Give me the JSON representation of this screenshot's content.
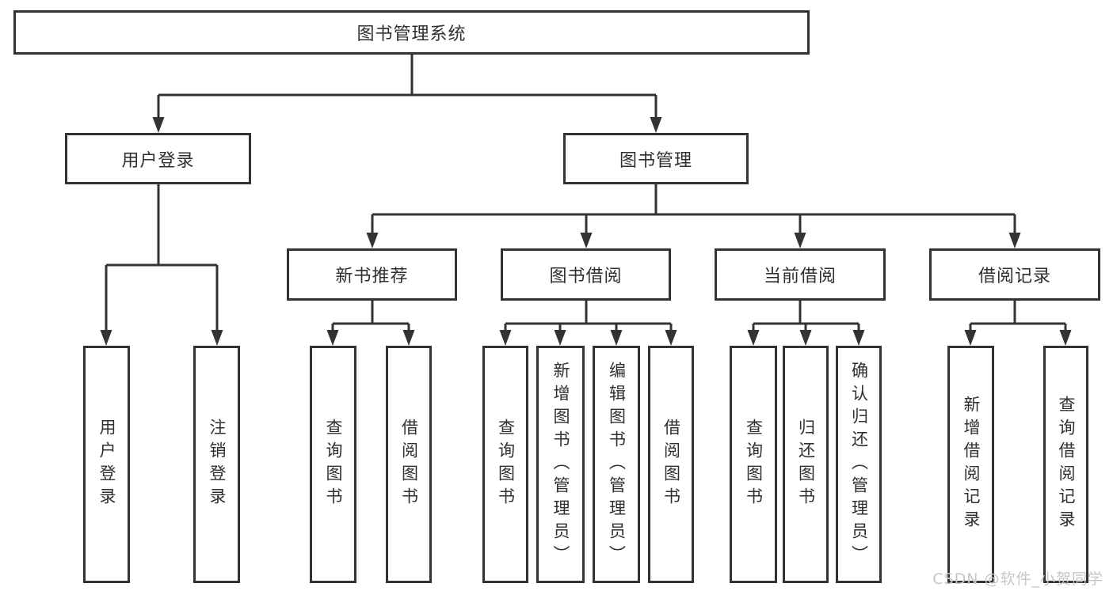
{
  "diagram": {
    "type": "hierarchy-tree",
    "root": {
      "label": "图书管理系统",
      "children": [
        {
          "label": "用户登录",
          "children": [
            {
              "label": "用户登录"
            },
            {
              "label": "注销登录"
            }
          ]
        },
        {
          "label": "图书管理",
          "children": [
            {
              "label": "新书推荐",
              "children": [
                {
                  "label": "查询图书"
                },
                {
                  "label": "借阅图书"
                }
              ]
            },
            {
              "label": "图书借阅",
              "children": [
                {
                  "label": "查询图书"
                },
                {
                  "label": "新增图书（管理员）"
                },
                {
                  "label": "编辑图书（管理员）"
                },
                {
                  "label": "借阅图书"
                }
              ]
            },
            {
              "label": "当前借阅",
              "children": [
                {
                  "label": "查询图书"
                },
                {
                  "label": "归还图书"
                },
                {
                  "label": "确认归还（管理员）"
                }
              ]
            },
            {
              "label": "借阅记录",
              "children": [
                {
                  "label": "新增借阅记录"
                },
                {
                  "label": "查询借阅记录"
                }
              ]
            }
          ]
        }
      ]
    }
  },
  "watermark": {
    "text": "CSDN @软件_小贺同学",
    "color": "#c6c6cb"
  },
  "colors": {
    "line": "#333333",
    "box_border": "#333333",
    "text": "#2f2f2f",
    "background": "#ffffff"
  }
}
